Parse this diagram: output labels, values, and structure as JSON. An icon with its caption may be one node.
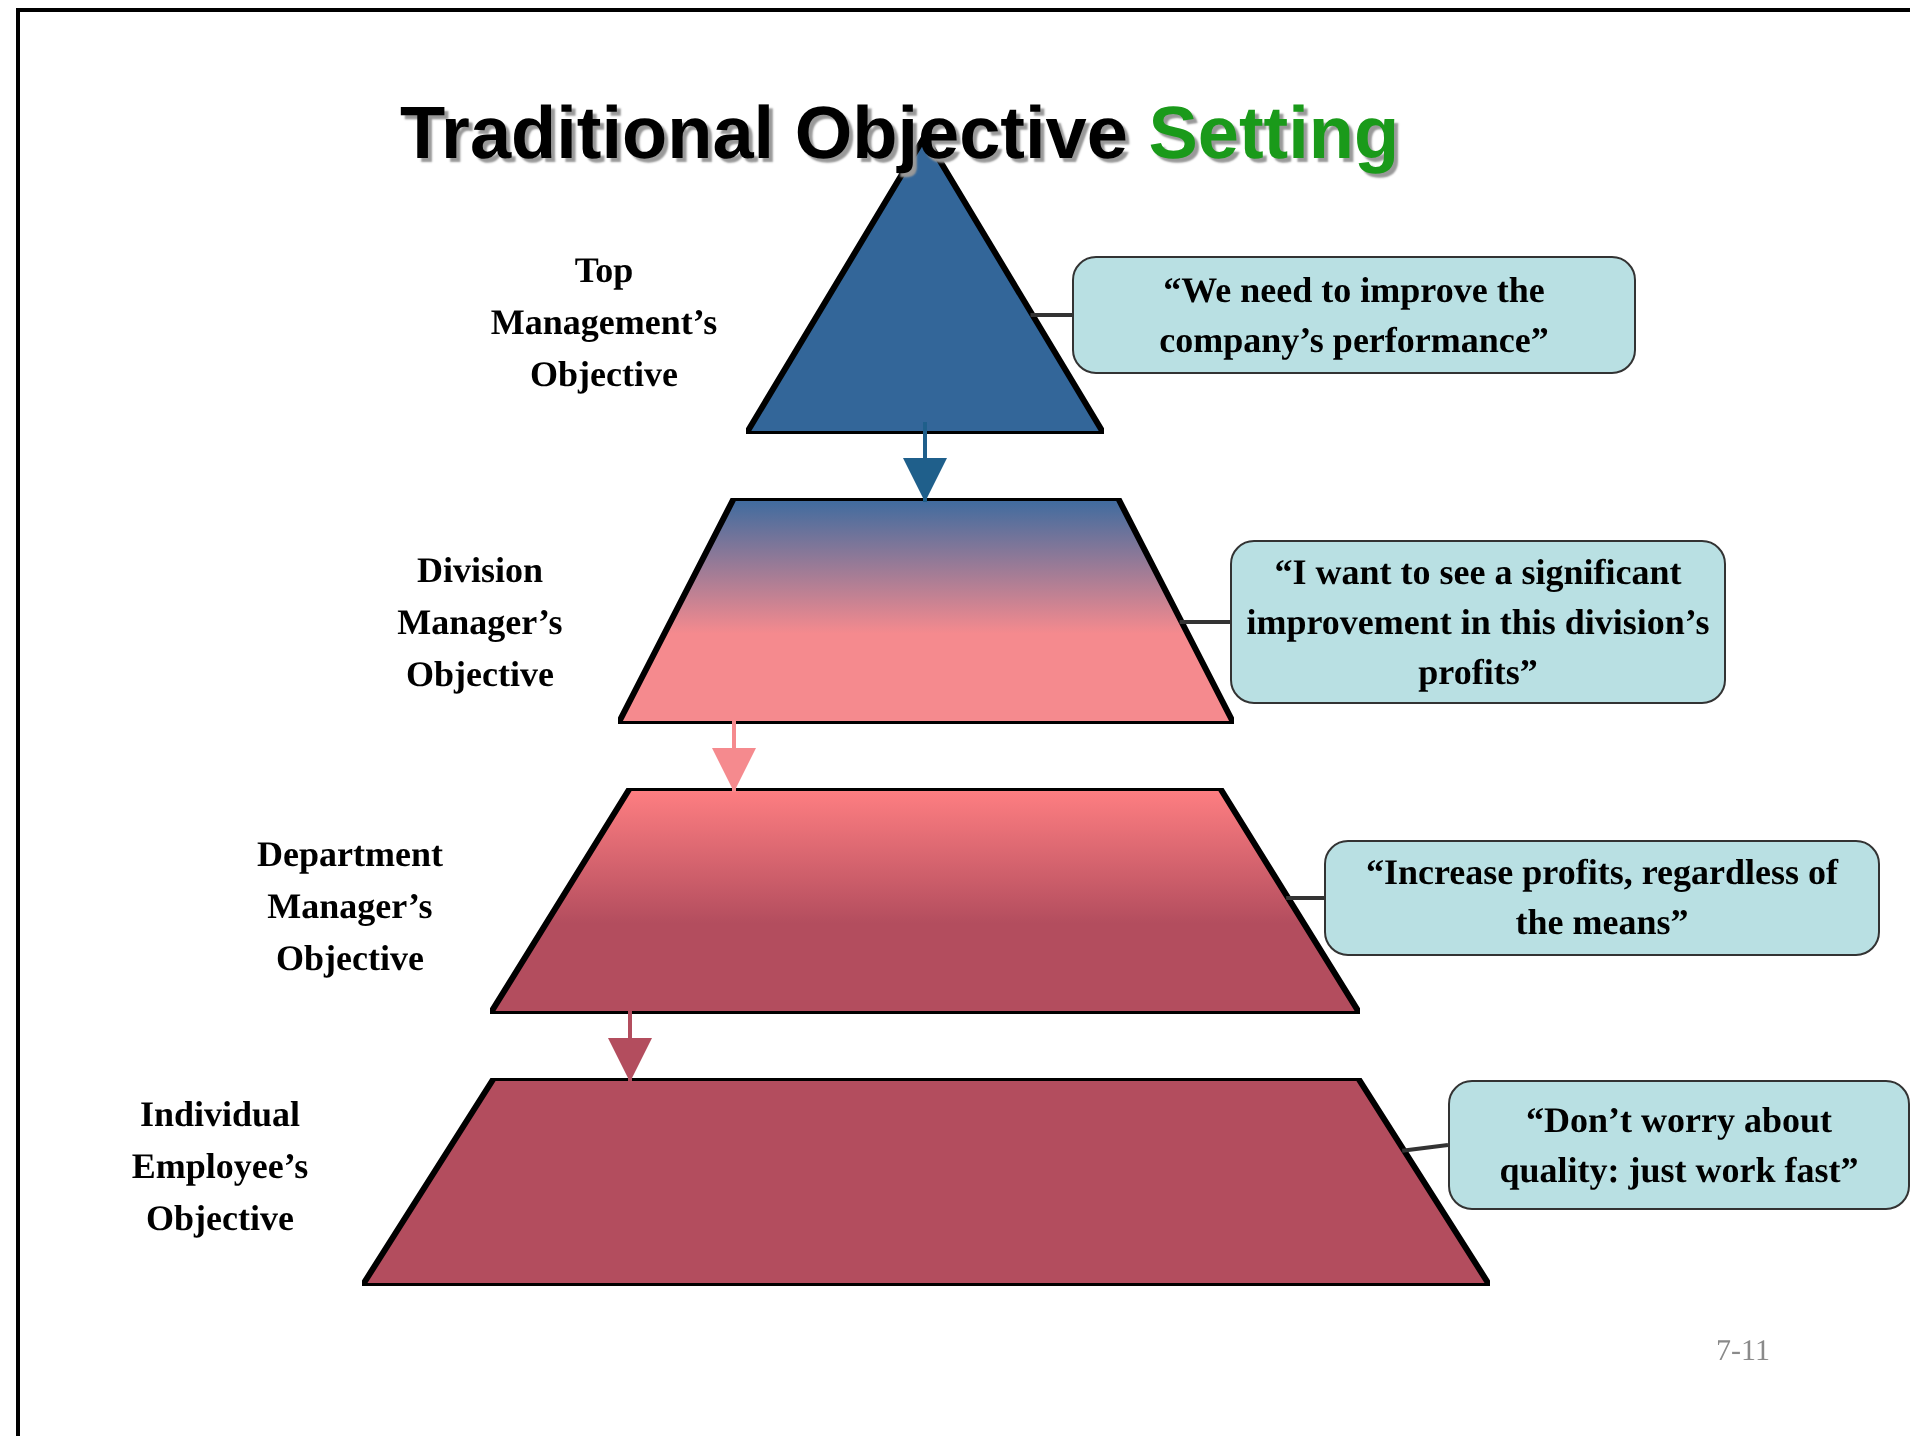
{
  "diagram": {
    "title": "Traditional Objective Setting",
    "nodes": [
      {
        "text": [],
        "shape": "triangle",
        "beside": [
          "Top Management’s Objective"
        ]
      },
      {
        "text": [],
        "shape": "trapezoid",
        "beside": [
          "Division Manager’s Objective"
        ]
      },
      {
        "text": [],
        "shape": "trapezoid",
        "beside": [
          "Department Manager’s Objective"
        ]
      },
      {
        "text": [],
        "shape": "trapezoid",
        "beside": [
          "Individual Employee’s Objective"
        ]
      },
      {
        "text": [
          "“We need to improve the company’s performance”"
        ]
      },
      {
        "text": [
          "“I want to see a significant improvement in this division’s profits”"
        ]
      },
      {
        "text": [
          "“Increase profits, regardless of the means”"
        ]
      },
      {
        "text": [
          "“Don’t worry about quality: just work fast”"
        ]
      }
    ],
    "edges": [
      {
        "from": 0,
        "to": 1,
        "arrow": "to",
        "color": "#1f5f8b"
      },
      {
        "from": 1,
        "to": 2,
        "arrow": "to",
        "color": "#f58a8e"
      },
      {
        "from": 2,
        "to": 3,
        "arrow": "to",
        "color": "#b34d5e"
      },
      {
        "from": 4,
        "to": 0,
        "arrow": "none"
      },
      {
        "from": 5,
        "to": 1,
        "arrow": "none"
      },
      {
        "from": 6,
        "to": 2,
        "arrow": "none"
      },
      {
        "from": 7,
        "to": 3,
        "arrow": "none"
      }
    ],
    "labels": [
      "7-11"
    ]
  }
}
